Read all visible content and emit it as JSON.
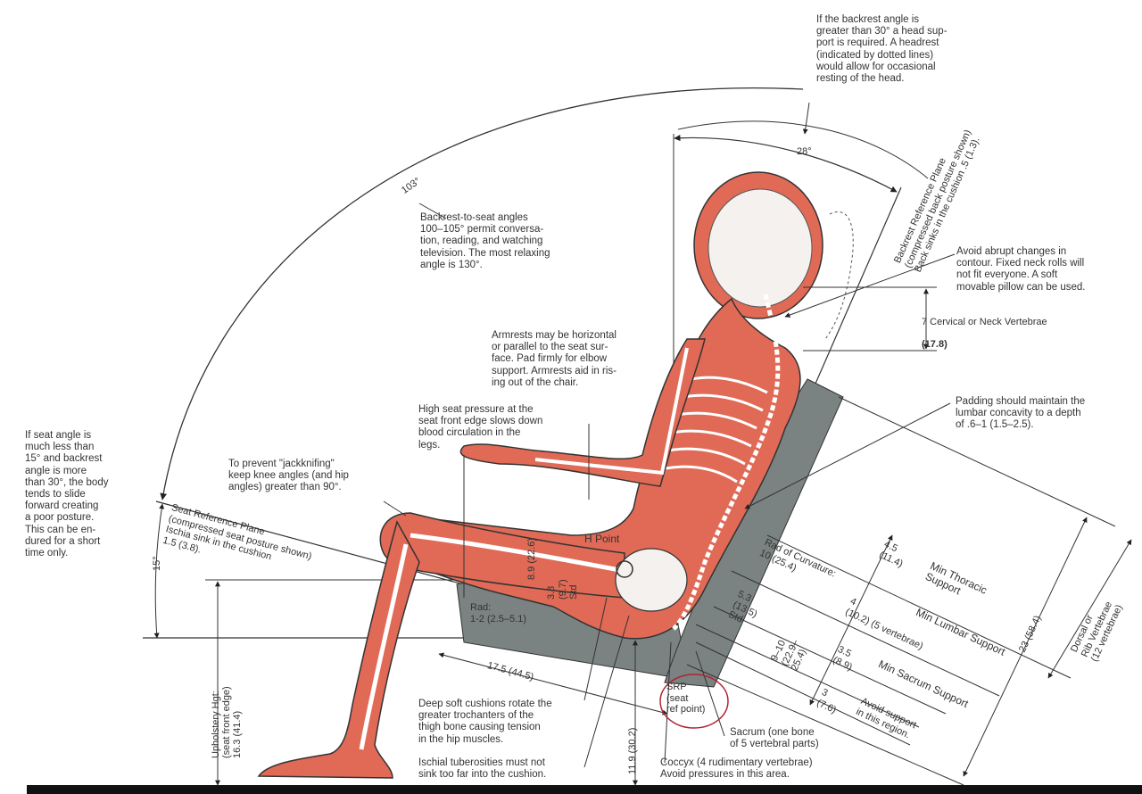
{
  "colors": {
    "body_fill": "#e06a56",
    "cushion": "#7a8282",
    "line": "#333333",
    "srp_circle": "#b22234",
    "floor": "#111111"
  },
  "angles": {
    "backrest_seat": "103°",
    "backrest": "28°",
    "seat": "15°"
  },
  "notes": {
    "headrest": "If the backrest angle is\ngreater than 30° a head sup-\nport is required. A headrest\n(indicated by dotted lines)\nwould allow for occasional\nresting of the head.",
    "backrest_angles": "Backrest-to-seat angles\n100–105° permit conversa-\ntion, reading, and watching\ntelevision. The most relaxing\nangle is 130°.",
    "neck": "Avoid abrupt changes in\ncontour. Fixed neck rolls will\nnot fit everyone. A soft\nmovable pillow can be used.",
    "armrests": "Armrests may be horizontal\nor parallel to the seat sur-\nface. Pad firmly for elbow\nsupport. Armrests aid in ris-\ning out of the chair.",
    "seat_pressure": "High seat pressure at the\nseat front edge slows down\nblood circulation in the\nlegs.",
    "lumbar": "Padding should maintain the\nlumbar concavity to a depth\nof .6–1 (1.5–2.5).",
    "seat_angle": "If seat angle is\nmuch less than\n15° and backrest\nangle is more\nthan 30°, the body\ntends to slide\nforward creating\na poor posture.\nThis can be en-\ndured for a short\ntime only.",
    "jackknifing": "To prevent \"jackknifing\"\nkeep knee angles (and hip\nangles) greater than 90°.",
    "deep_cushions": "Deep soft cushions rotate the\ngreater trochanters of the\nthigh bone causing tension\nin the hip muscles.",
    "ischial": "Ischial tuberosities must not\nsink too far into the cushion.",
    "coccyx": "Coccyx (4 rudimentary vertebrae)\nAvoid pressures in this area.",
    "sacrum": "Sacrum (one bone\nof 5 vertebral parts)"
  },
  "labels": {
    "backrest_plane": "Backrest Reference Plane\n(compressed back posture shown)\nBack sinks in the cushion .5 (1.3).",
    "seat_plane": "Seat Reference Plane\n(compressed seat posture shown)\nIschia sink in the cushion\n1.5 (3.8).",
    "cervical": "7 Cervical or Neck Vertebrae",
    "cervical_dim": "(17.8)",
    "h_point": "H Point",
    "rad_cushion": "Rad:\n1-2 (2.5–5.1)",
    "dim_8_9": "8.9 (22.6)",
    "dim_3_8": "3.8\n(9.7)\nStd",
    "rad_curvature": "Rad of Curvature:\n10 (25.4)",
    "dim_5_3": "5.3\n(13.5)\nStd",
    "dim_9_10": "9–10\n(22.9–\n25.4)",
    "thoracic_dim": "4.5\n(11.4)",
    "thoracic": "Min Thoracic\nSupport",
    "lumbar_dim": "4\n(10.2) (5 vertebrae)",
    "lumbar_label": "Min Lumbar Support",
    "sacrum_dim": "3.5\n(8.9)",
    "sacrum_label": "Min Sacrum Support",
    "avoid_dim": "3\n(7.6)",
    "avoid_label": "Avoid support\nin this region.",
    "dim_23": "23 (58.4)",
    "dorsal": "Dorsal or\nRib Vertebrae\n(12 vertebrae)",
    "seat_depth": "17.5 (44.5)",
    "upholstery": "Upholstery Hgt:\n(seat front edge)\n16.3 (41.4)",
    "height_11_9": "11.9 (30.2)",
    "srp": "SRP\n(seat\nref point)"
  }
}
